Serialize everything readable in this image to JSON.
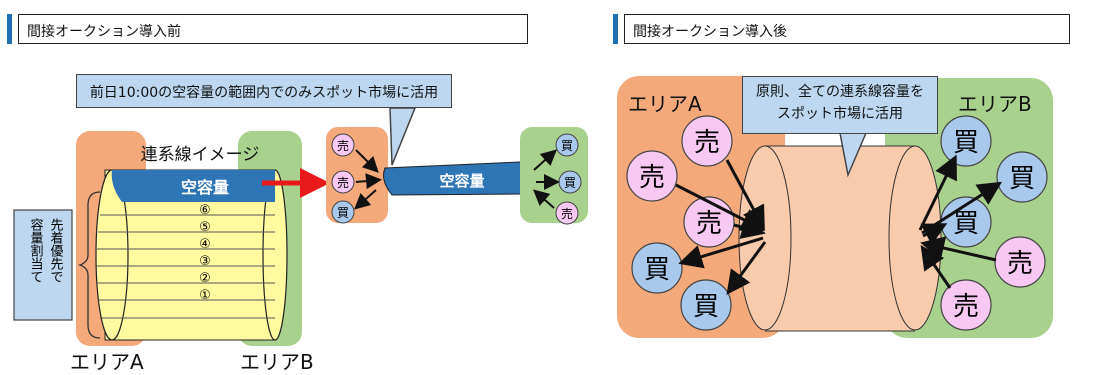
{
  "left_panel": {
    "header_title": "間接オークション導入前",
    "callout_text": "前日10:00の空容量の範囲内でのみスポット市場に活用",
    "interconnector_label": "連系線イメージ",
    "free_capacity_label": "空容量",
    "stack_numbers": [
      "⑥",
      "⑤",
      "④",
      "③",
      "②",
      "①"
    ],
    "side_label_col1": "先着優先で",
    "side_label_col2": "容量割当て",
    "area_a_label": "エリアA",
    "area_b_label": "エリアB",
    "spot_pipe_label": "空容量",
    "sellers_left": [
      "売",
      "売",
      "買"
    ],
    "buyers_right": [
      "買",
      "買",
      "売"
    ]
  },
  "right_panel": {
    "header_title": "間接オークション導入後",
    "callout_line1": "原則、全ての連系線容量を",
    "callout_line2": "スポット市場に活用",
    "area_a_label": "エリアA",
    "area_b_label": "エリアB",
    "area_a_nodes": [
      "売",
      "売",
      "売",
      "買",
      "買"
    ],
    "area_b_nodes": [
      "買",
      "買",
      "買",
      "売",
      "売"
    ]
  },
  "colors": {
    "area_a": "#f3a97a",
    "area_b": "#a9d18e",
    "seller": "#f7c8f1",
    "buyer": "#a8c8ec",
    "pipe": "#2e75b6",
    "stack": "#fffaa0",
    "cylinder": "#f8cbad",
    "callout": "#bcd7ef",
    "header_bar": "#1f6fb5"
  }
}
